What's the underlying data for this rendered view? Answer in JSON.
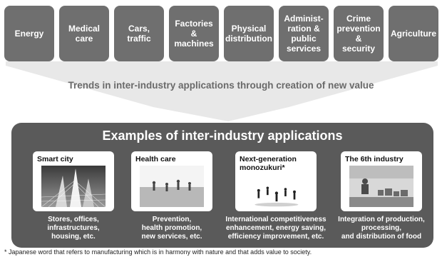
{
  "industries": [
    "Energy",
    "Medical\ncare",
    "Cars,\ntraffic",
    "Factories\n&\nmachines",
    "Physical\ndistribution",
    "Administ-\nration &\npublic\nservices",
    "Crime\nprevention\n&\nsecurity",
    "Agriculture"
  ],
  "trend_text": "Trends in inter-industry applications through creation of new value",
  "panel": {
    "title": "Examples of inter-industry applications",
    "cards": [
      {
        "title": "Smart city",
        "image": "city-skyline-image",
        "desc": "Stores, offices,\ninfrastructures,\nhousing, etc."
      },
      {
        "title": "Health care",
        "image": "walkers-image",
        "desc": "Prevention,\nhealth promotion,\nnew services, etc."
      },
      {
        "title": "Next-generation\nmonozukuri*",
        "image": "people-figures-image",
        "desc": "International competitiveness\nenhancement, energy saving,\nefficiency improvement, etc."
      },
      {
        "title": "The 6th industry",
        "image": "market-image",
        "desc": "Integration of production,\nprocessing,\nand distribution of food"
      }
    ]
  },
  "footnote": "* Japanese word that refers to manufacturing which is in harmony with nature and that adds value to society.",
  "colors": {
    "box": "#6f6f6f",
    "panel": "#5a5a5a",
    "funnel": "#e6e6e6",
    "trend_text": "#6a6a6a"
  }
}
